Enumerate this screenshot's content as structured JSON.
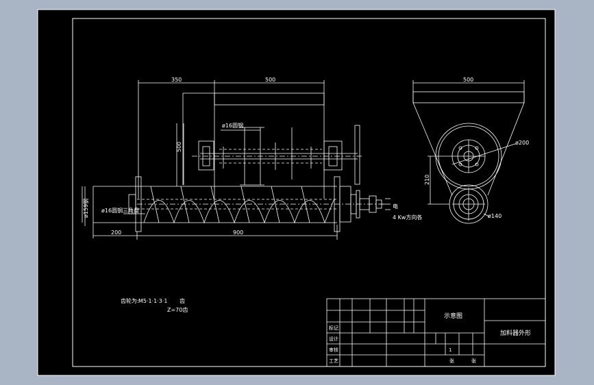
{
  "colors": {
    "background": "#a9b4c4",
    "sheet": "#000000",
    "lines": "#ffffff"
  },
  "front_view": {
    "dim_top_left": "350",
    "dim_top_right": "500",
    "dim_height": "500",
    "label_shaft": "ø16圆钢",
    "label_tube": "ø159钢",
    "label_flight": "ø16圆钢三角盘",
    "dim_bottom_left": "200",
    "dim_bottom_right": "900",
    "motor_label_1": "电",
    "motor_label_2": "4 Kw方向各"
  },
  "side_view": {
    "dim_top": "500",
    "dim_pulley": "ø200",
    "dim_center": "210",
    "dim_small": "ø140"
  },
  "notes": {
    "line1_prefix": "齿轮为:",
    "line1_mid": "M5·1·1·3·1",
    "line1_suffix": "齿",
    "line2": "Z=70齿"
  },
  "title_block": {
    "scale_label": "示意图",
    "drawing_name": "加料器外形",
    "row_labels": [
      "标记",
      "设计",
      "审核",
      "工艺"
    ],
    "quantity": "1",
    "sheet_label": "张",
    "page_label": "张"
  }
}
